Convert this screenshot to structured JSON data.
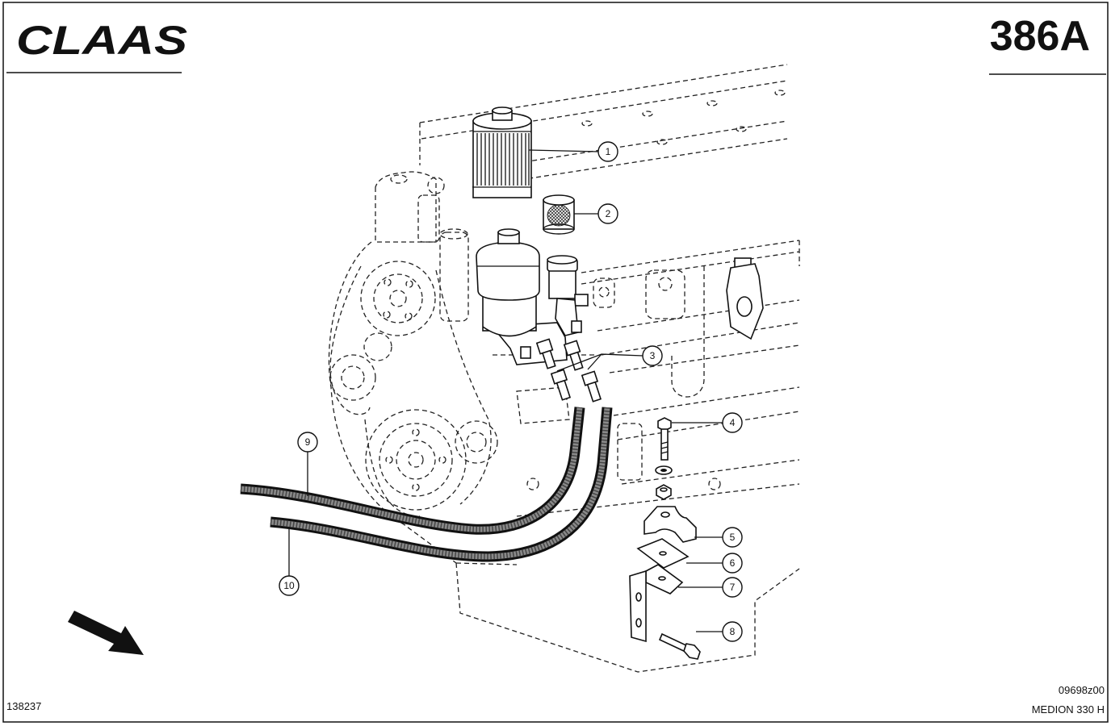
{
  "header": {
    "logo_text": "CLAAS",
    "page_number": "386A"
  },
  "callouts": [
    "1",
    "2",
    "3",
    "4",
    "5",
    "6",
    "7",
    "8",
    "9",
    "10"
  ],
  "footer": {
    "drawing_number": "09698z00",
    "model": "MEDION 330 H",
    "reference": "138237"
  },
  "colors": {
    "ink": "#111111",
    "paper": "#ffffff",
    "hose_core": "#8a8a8a"
  }
}
